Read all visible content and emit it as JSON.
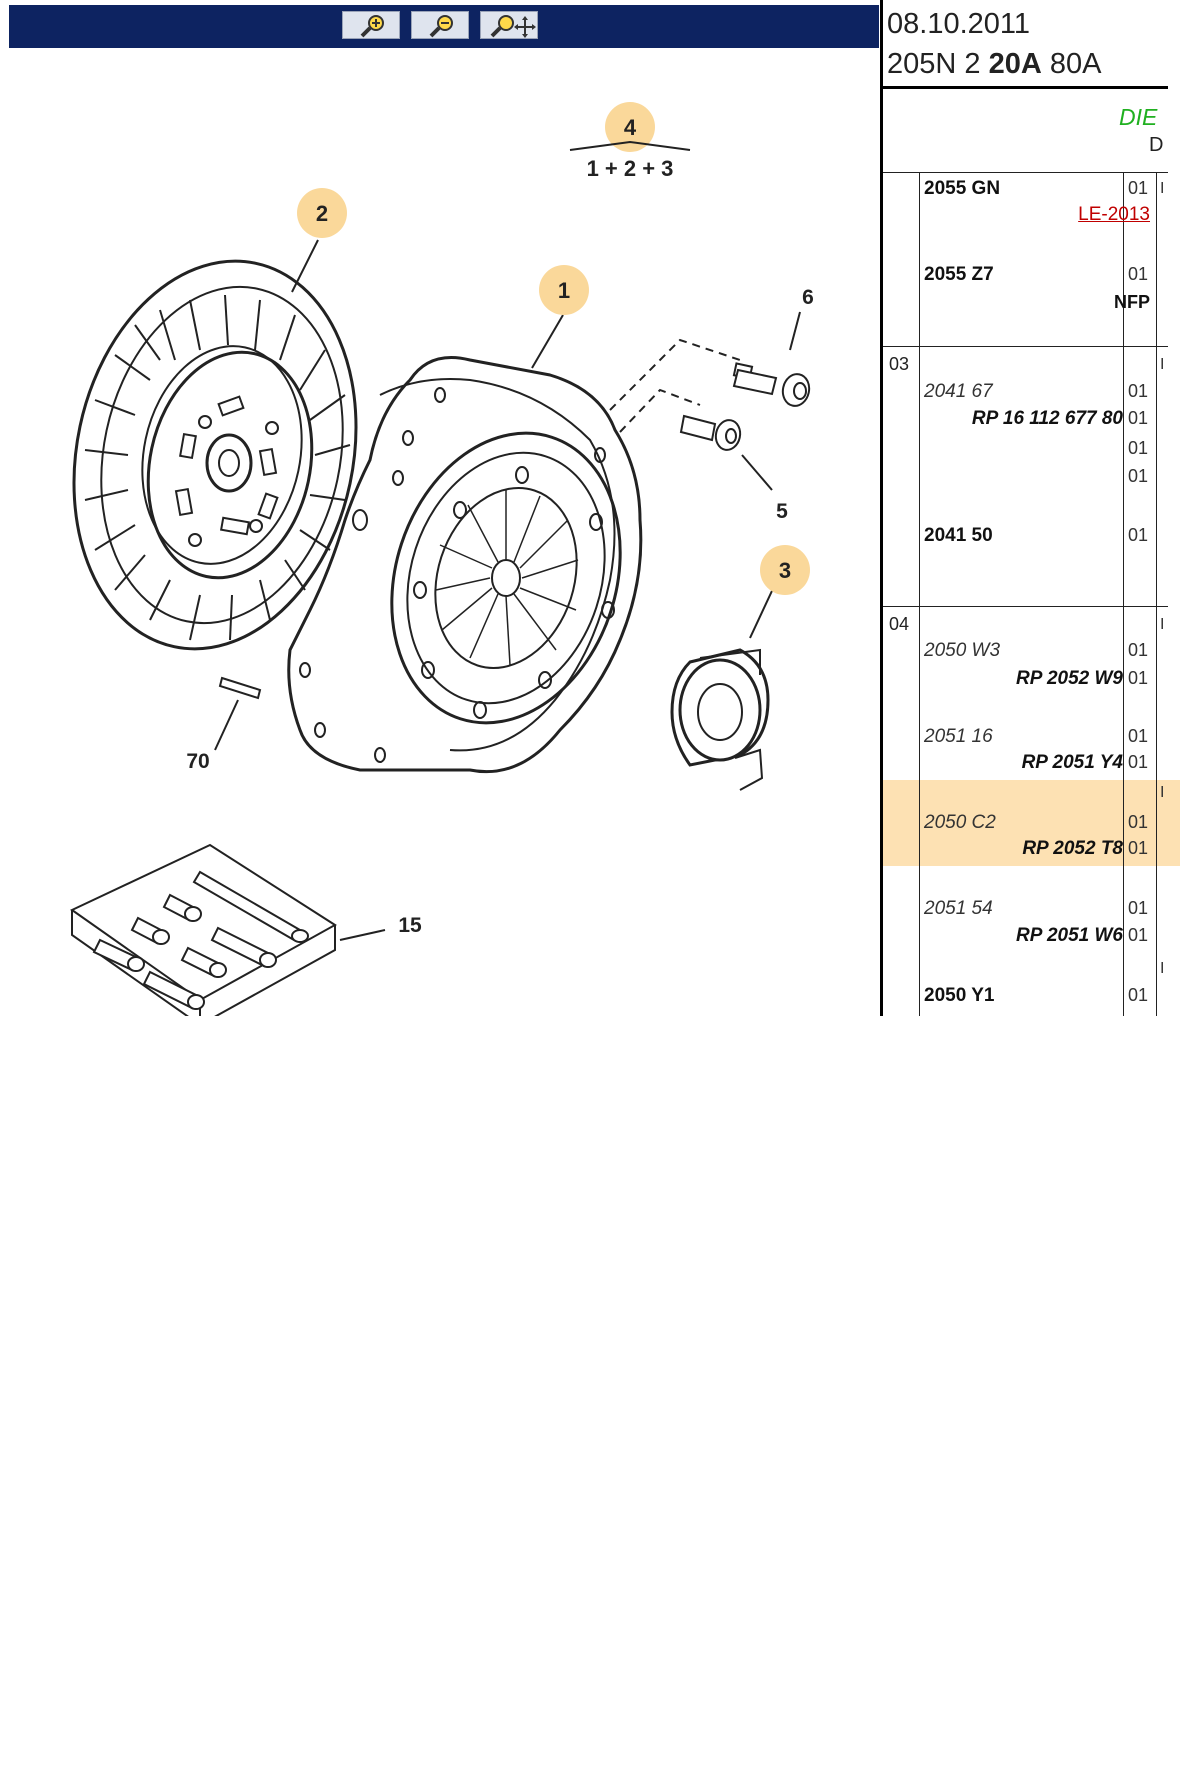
{
  "toolbar": {
    "zoom_in": "zoom-in",
    "zoom_out": "zoom-out",
    "zoom_move": "zoom-move"
  },
  "header": {
    "date": "08.10.2011",
    "model_prefix": "205N 2 ",
    "model_bold": "20A",
    "model_suffix": " 80A",
    "diesel": "DIE",
    "d_label": "D"
  },
  "callouts": [
    "4",
    "2",
    "1",
    "3"
  ],
  "assembly_formula": "1 + 2 + 3",
  "part_labels": [
    "6",
    "5",
    "70",
    "15"
  ],
  "table": {
    "rows": [
      {
        "group": "",
        "part": "2055 GN",
        "qty": "01",
        "style": "b"
      },
      {
        "link": "LE-2013"
      },
      {
        "part": "2055 Z7",
        "qty": "01",
        "style": "b"
      },
      {
        "note": "NFP"
      },
      {
        "group": "03"
      },
      {
        "part": "2041 67",
        "qty": "01",
        "style": "i"
      },
      {
        "rp": "RP 16 112 677 80",
        "qty": "01"
      },
      {
        "qty": "01"
      },
      {
        "qty": "01"
      },
      {
        "part": "2041 50",
        "qty": "01",
        "style": "b"
      },
      {
        "group": "04"
      },
      {
        "part": "2050 W3",
        "qty": "01",
        "style": "i"
      },
      {
        "rp": "RP 2052 W9",
        "qty": "01"
      },
      {
        "part": "2051 16",
        "qty": "01",
        "style": "i"
      },
      {
        "rp": "RP 2051 Y4",
        "qty": "01"
      },
      {
        "part": "2050 C2",
        "qty": "01",
        "style": "i"
      },
      {
        "rp": "RP 2052 T8",
        "qty": "01"
      },
      {
        "part": "2051 54",
        "qty": "01",
        "style": "i"
      },
      {
        "rp": "RP 2051 W6",
        "qty": "01"
      },
      {
        "part": "2050 Y1",
        "qty": "01",
        "style": "b"
      }
    ]
  },
  "colors": {
    "toolbar_bg": "#0d2361",
    "callout_fill": "#fad89a",
    "highlight_row": "#fde1b3",
    "diesel_green": "#20b020",
    "link_red": "#c00000"
  }
}
